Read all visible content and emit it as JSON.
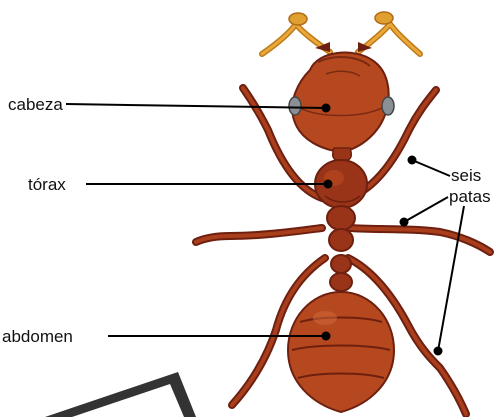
{
  "labels": {
    "head": "cabeza",
    "thorax": "tórax",
    "abdomen": "abdomen",
    "legs_line1": "seis",
    "legs_line2": "patas"
  },
  "colors": {
    "body_dark": "#6e2010",
    "body_mid": "#9a3418",
    "body_light": "#b5481f",
    "antenna": "#e0a030",
    "eye": "#8a8f96",
    "pointer_line": "#000000",
    "background": "#ffffff"
  }
}
